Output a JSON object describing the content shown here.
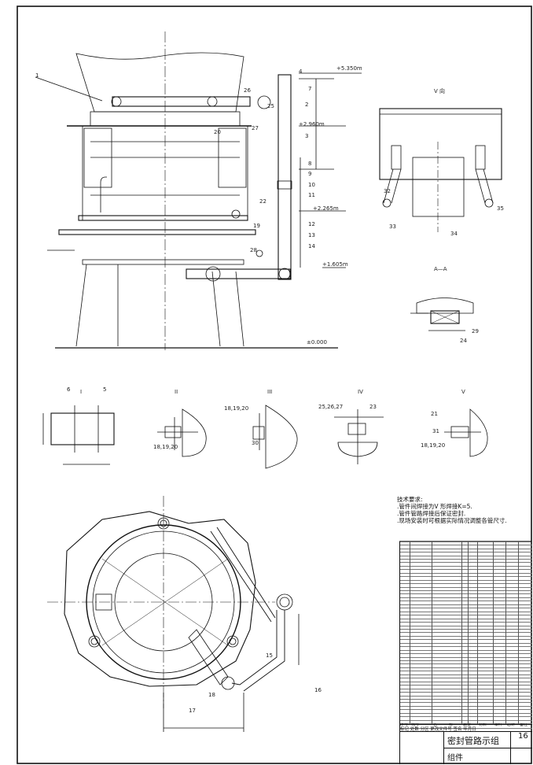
{
  "drawing": {
    "title": "密封管路示组",
    "type": "组件",
    "sheet_no": "16"
  },
  "tech_requirements": {
    "heading": "技术要求:",
    "items": [
      ".管件间焊接为V 形焊接K=5.",
      ".管件管路焊接后保证密封.",
      ".现场安装时可根据实际情况调整各管尺寸."
    ]
  },
  "view_labels": {
    "view_v": "V 向",
    "section_aa": "A—A",
    "detail_i": "I",
    "detail_ii": "II",
    "detail_iii": "III",
    "detail_iv": "IV",
    "detail_v": "V"
  },
  "elevations": [
    "+5.350m",
    "+2.960m",
    "+2.265m",
    "+1.605m",
    "±0.000"
  ],
  "part_numbers": [
    "1",
    "2",
    "3",
    "4",
    "5",
    "6",
    "7",
    "8",
    "9",
    "10",
    "11",
    "12",
    "13",
    "14",
    "15",
    "16",
    "17",
    "18",
    "19",
    "20",
    "21",
    "22",
    "23",
    "24",
    "25",
    "26",
    "27",
    "28",
    "29",
    "30",
    "31",
    "32",
    "33",
    "34",
    "35"
  ],
  "detail_refs": [
    "18,19,20",
    "25,26,27",
    "18,19,20",
    "18,19,20"
  ],
  "bom": {
    "header": [
      "序号",
      "代号",
      "名",
      "称",
      "数量",
      "材料",
      "单件",
      "总计",
      "备注"
    ],
    "row_count": 52
  },
  "title_block_header": "标记 处数 分区 更改文件号 签名 年月日"
}
